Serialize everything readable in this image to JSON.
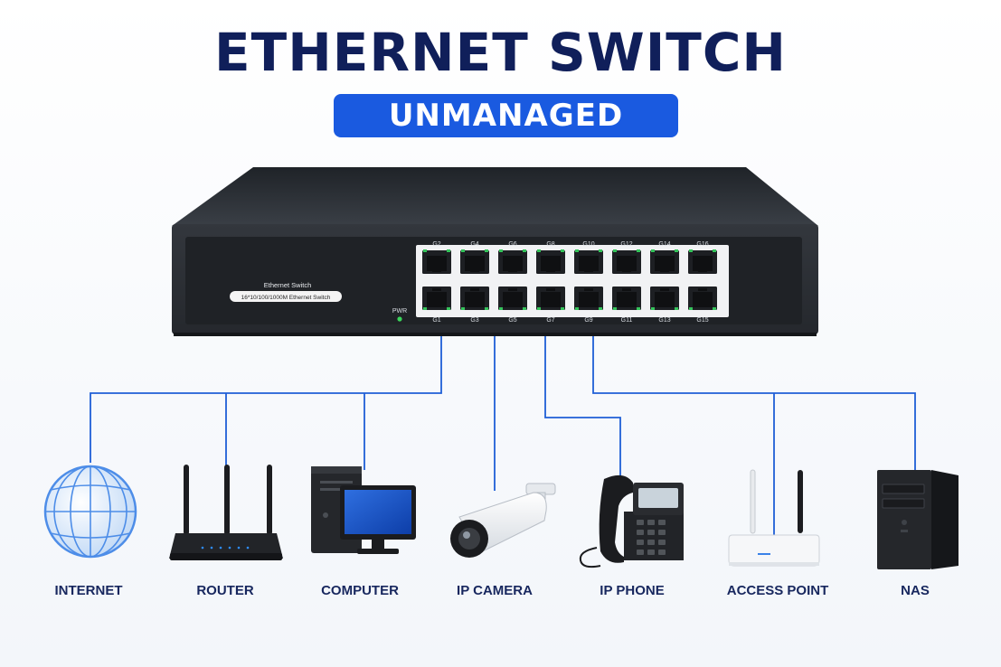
{
  "title": "ETHERNET SWITCH",
  "subtitle": "UNMANAGED",
  "switch": {
    "brand_text": "Ethernet Switch",
    "spec_text": "16*10/100/1000M Ethernet Switch",
    "power_label": "PWR",
    "top_port_labels": [
      "G2",
      "G4",
      "G6",
      "G8",
      "G10",
      "G12",
      "G14",
      "G16"
    ],
    "bottom_port_labels": [
      "G1",
      "G3",
      "G5",
      "G7",
      "G9",
      "G11",
      "G13",
      "G15"
    ]
  },
  "devices": [
    {
      "label": "INTERNET",
      "icon": "globe-icon"
    },
    {
      "label": "ROUTER",
      "icon": "router-icon"
    },
    {
      "label": "COMPUTER",
      "icon": "computer-icon"
    },
    {
      "label": "IP CAMERA",
      "icon": "ip-camera-icon"
    },
    {
      "label": "IP PHONE",
      "icon": "ip-phone-icon"
    },
    {
      "label": "ACCESS POINT",
      "icon": "access-point-icon"
    },
    {
      "label": "NAS",
      "icon": "nas-icon"
    }
  ],
  "colors": {
    "title": "#101f5a",
    "badge": "#1a5ae0",
    "connection_line": "#1f5fd6",
    "switch_body": "#2b2f35"
  }
}
